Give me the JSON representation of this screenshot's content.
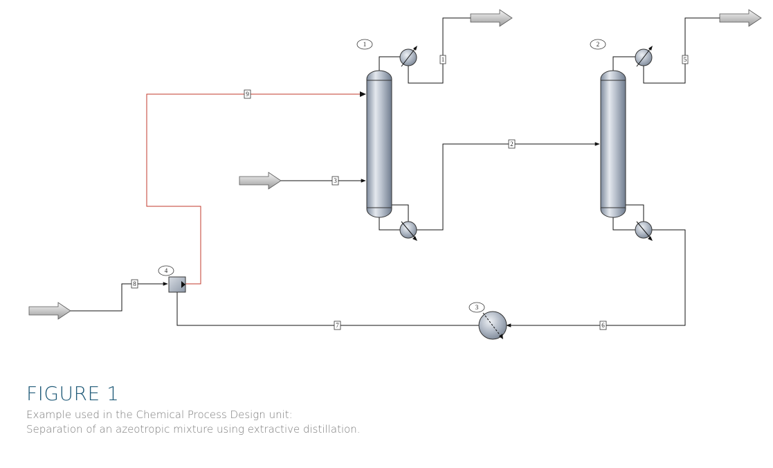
{
  "streams": {
    "s1": "1",
    "s2": "2",
    "s3": "3",
    "s5": "5",
    "s6": "6",
    "s7": "7",
    "s8": "8",
    "s9": "9"
  },
  "units": {
    "u1": "1",
    "u2": "2",
    "u3": "3",
    "u4": "4"
  },
  "colors": {
    "recycle_line": "#c0392b",
    "line": "#111111",
    "caption_title": "#1f5a78",
    "caption_text": "#7a7a7a"
  },
  "caption": {
    "title": "FIGURE 1",
    "line1": "Example used in the Chemical Process Design unit:",
    "line2": "Separation of an azeotropic mixture using extractive distillation."
  }
}
